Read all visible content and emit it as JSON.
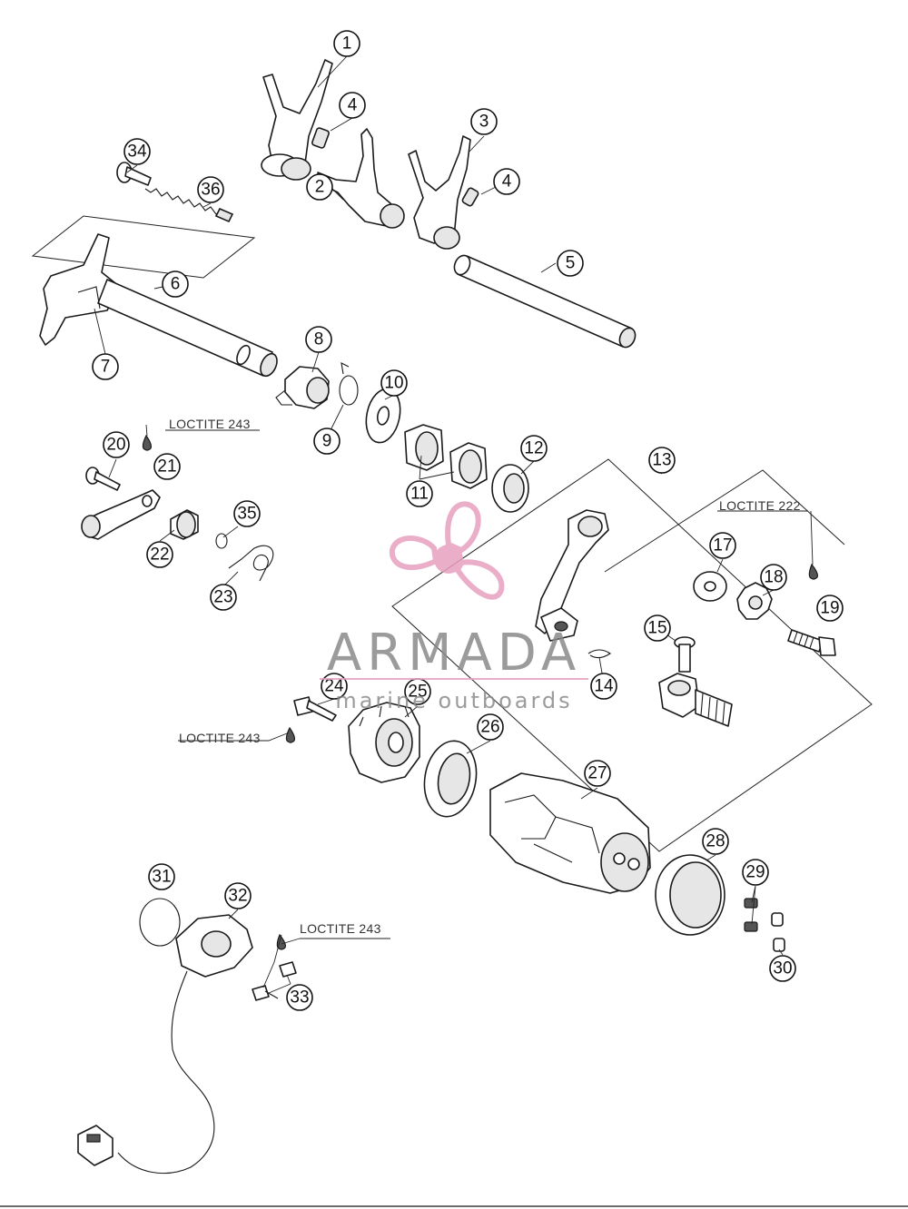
{
  "callouts": [
    {
      "id": "1",
      "label": "1"
    },
    {
      "id": "2",
      "label": "2"
    },
    {
      "id": "3",
      "label": "3"
    },
    {
      "id": "4a",
      "label": "4"
    },
    {
      "id": "4b",
      "label": "4"
    },
    {
      "id": "5",
      "label": "5"
    },
    {
      "id": "6",
      "label": "6"
    },
    {
      "id": "7",
      "label": "7"
    },
    {
      "id": "8",
      "label": "8"
    },
    {
      "id": "9",
      "label": "9"
    },
    {
      "id": "10",
      "label": "10"
    },
    {
      "id": "11",
      "label": "11"
    },
    {
      "id": "12",
      "label": "12"
    },
    {
      "id": "13",
      "label": "13"
    },
    {
      "id": "14",
      "label": "14"
    },
    {
      "id": "15",
      "label": "15"
    },
    {
      "id": "17",
      "label": "17"
    },
    {
      "id": "18",
      "label": "18"
    },
    {
      "id": "19",
      "label": "19"
    },
    {
      "id": "20",
      "label": "20"
    },
    {
      "id": "21",
      "label": "21"
    },
    {
      "id": "22",
      "label": "22"
    },
    {
      "id": "23",
      "label": "23"
    },
    {
      "id": "24",
      "label": "24"
    },
    {
      "id": "25",
      "label": "25"
    },
    {
      "id": "26",
      "label": "26"
    },
    {
      "id": "27",
      "label": "27"
    },
    {
      "id": "28",
      "label": "28"
    },
    {
      "id": "29",
      "label": "29"
    },
    {
      "id": "30",
      "label": "30"
    },
    {
      "id": "31",
      "label": "31"
    },
    {
      "id": "32",
      "label": "32"
    },
    {
      "id": "33",
      "label": "33"
    },
    {
      "id": "34",
      "label": "34"
    },
    {
      "id": "35",
      "label": "35"
    },
    {
      "id": "36",
      "label": "36"
    }
  ],
  "notes": {
    "loctite_21": "LOCTITE 243",
    "loctite_19": "LOCTITE 222",
    "loctite_24": "LOCTITE 243",
    "loctite_33": "LOCTITE 243"
  },
  "watermark": {
    "brand": "ARMADA",
    "tagline": "marine outboards",
    "accent_color": "#e8a0c0",
    "text_color": "#8a8a8a"
  }
}
